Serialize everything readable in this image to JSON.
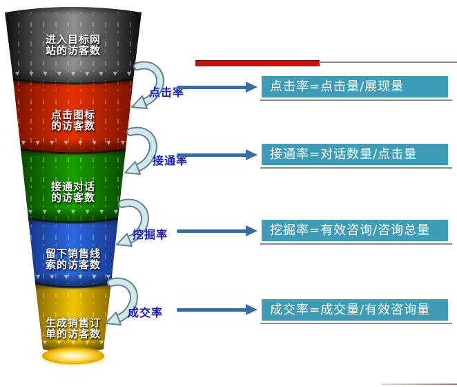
{
  "funnel": {
    "segments": [
      {
        "line1": "进入目标网",
        "line2": "站的访客数",
        "color_center": "#909090",
        "color_edge": "#0d0d0d"
      },
      {
        "line1": "点击图标",
        "line2": "的访客数",
        "color_center": "#e63000",
        "color_edge": "#7a1300"
      },
      {
        "line1": "接通对话",
        "line2": "的访客数",
        "color_center": "#18a000",
        "color_edge": "#0a4a00"
      },
      {
        "line1": "留下销售线",
        "line2": "索的访客数",
        "color_center": "#2e68e0",
        "color_edge": "#16388f"
      },
      {
        "line1": "生成销售订",
        "line2": "单的访客数",
        "color_center": "#f2c500",
        "color_edge": "#8a6a00"
      }
    ]
  },
  "stages": [
    {
      "rate_label": "点击率",
      "formula": "点击率=点击量/展现量"
    },
    {
      "rate_label": "接通率",
      "formula": "接通率=对话数量/点击量"
    },
    {
      "rate_label": "挖掘率",
      "formula": "挖掘率=有效咨询/咨询总量"
    },
    {
      "rate_label": "成交率",
      "formula": "成交率=成交量/有效咨询量"
    }
  ],
  "decor": {
    "chevron_rows": [
      "▼▼▼▼▼▼▼▼▼",
      "▼▼▼▼▼▼▼▼",
      "▼▼▼▼▼▼▼",
      "▼▼▼▼▼▼",
      "▼▼▼▼▼"
    ]
  },
  "colors": {
    "formula_box_bg": "#3f9cb6",
    "formula_text": "#ffffff",
    "rate_label_text": "#1b1acb",
    "arrow": "#3a6aa8",
    "top_line": "#c90d08",
    "swoosh_fill": "#cfe7ed",
    "swoosh_outline": "#61808a"
  }
}
